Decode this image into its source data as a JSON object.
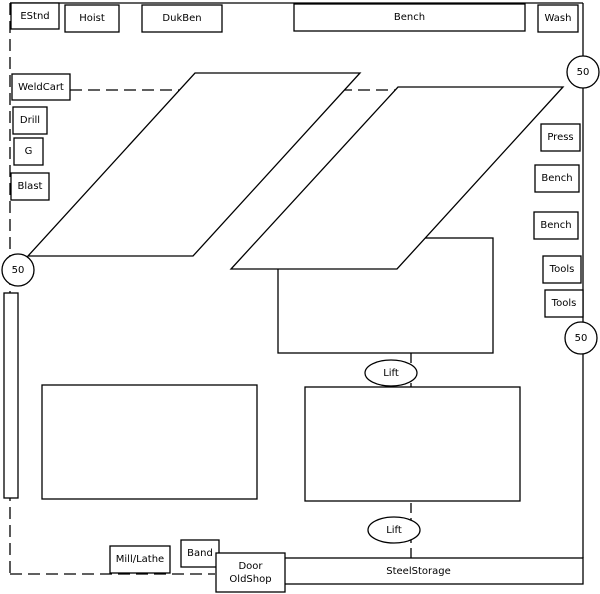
{
  "labels": {
    "estnd": "EStnd",
    "hoist": "Hoist",
    "dukben": "DukBen",
    "bench_top": "Bench",
    "wash": "Wash",
    "weldcart": "WeldCart",
    "drill": "Drill",
    "g": "G",
    "blast": "Blast",
    "press": "Press",
    "bench_right_1": "Bench",
    "bench_right_2": "Bench",
    "tools_1": "Tools",
    "tools_2": "Tools",
    "marker_top_right": "50",
    "marker_left": "50",
    "marker_right": "50",
    "lift_1": "Lift",
    "lift_2": "Lift",
    "mill_lathe": "Mill/Lathe",
    "band": "Band",
    "door_oldshop": "Door\nOldShop",
    "steel_storage": "SteelStorage"
  }
}
